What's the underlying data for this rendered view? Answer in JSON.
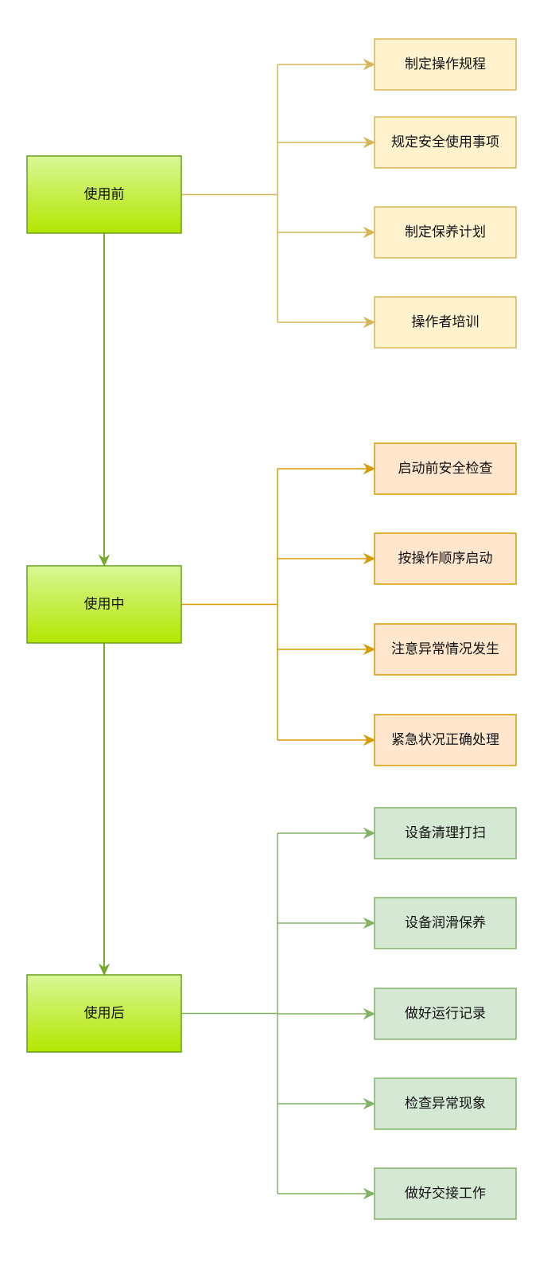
{
  "stages": [
    {
      "label": "使用前",
      "items": [
        "制定操作规程",
        "规定安全使用事项",
        "制定保养计划",
        "操作者培训"
      ]
    },
    {
      "label": "使用中",
      "items": [
        "启动前安全检查",
        "按操作顺序启动",
        "注意异常情况发生",
        "紧急状况正确处理"
      ]
    },
    {
      "label": "使用后",
      "items": [
        "设备清理打扫",
        "设备润滑保养",
        "做好运行记录",
        "检查异常现象",
        "做好交接工作"
      ]
    }
  ],
  "colors": {
    "stage_fill_top": "#d8f797",
    "stage_fill_bottom": "#b3e600",
    "stage_stroke": "#6a9e1e",
    "flow_arrow": "#76a82b",
    "group1_fill": "#fff2cc",
    "group1_stroke": "#d6b656",
    "group2_fill": "#ffe6cc",
    "group2_stroke": "#d79b00",
    "group3_fill": "#d5e8d4",
    "group3_stroke": "#82b366"
  }
}
